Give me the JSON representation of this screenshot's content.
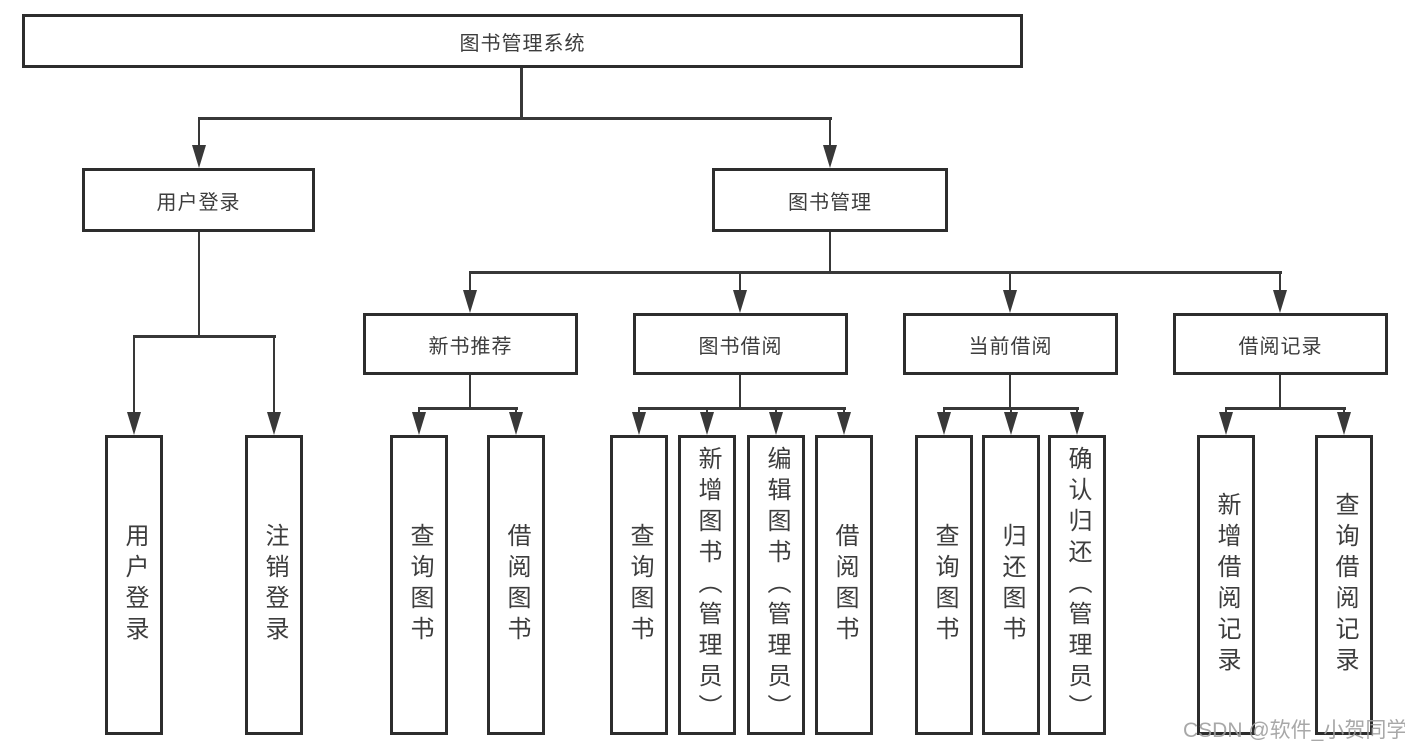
{
  "watermark": "CSDN @软件_小贺同学",
  "colors": {
    "border": "#2d2d2d",
    "line": "#383838",
    "text": "#3d3d3d",
    "watermark": "#9e9e9e"
  },
  "tree": {
    "root": "图书管理系统",
    "children": [
      {
        "label": "用户登录",
        "children": [
          {
            "label": "用户登录"
          },
          {
            "label": "注销登录"
          }
        ]
      },
      {
        "label": "图书管理",
        "children": [
          {
            "label": "新书推荐",
            "children": [
              {
                "label": "查询图书"
              },
              {
                "label": "借阅图书"
              }
            ]
          },
          {
            "label": "图书借阅",
            "children": [
              {
                "label": "查询图书"
              },
              {
                "label": "新增图书（管理员）"
              },
              {
                "label": "编辑图书（管理员）"
              },
              {
                "label": "借阅图书"
              }
            ]
          },
          {
            "label": "当前借阅",
            "children": [
              {
                "label": "查询图书"
              },
              {
                "label": "归还图书"
              },
              {
                "label": "确认归还（管理员）"
              }
            ]
          },
          {
            "label": "借阅记录",
            "children": [
              {
                "label": "新增借阅记录"
              },
              {
                "label": "查询借阅记录"
              }
            ]
          }
        ]
      }
    ]
  }
}
